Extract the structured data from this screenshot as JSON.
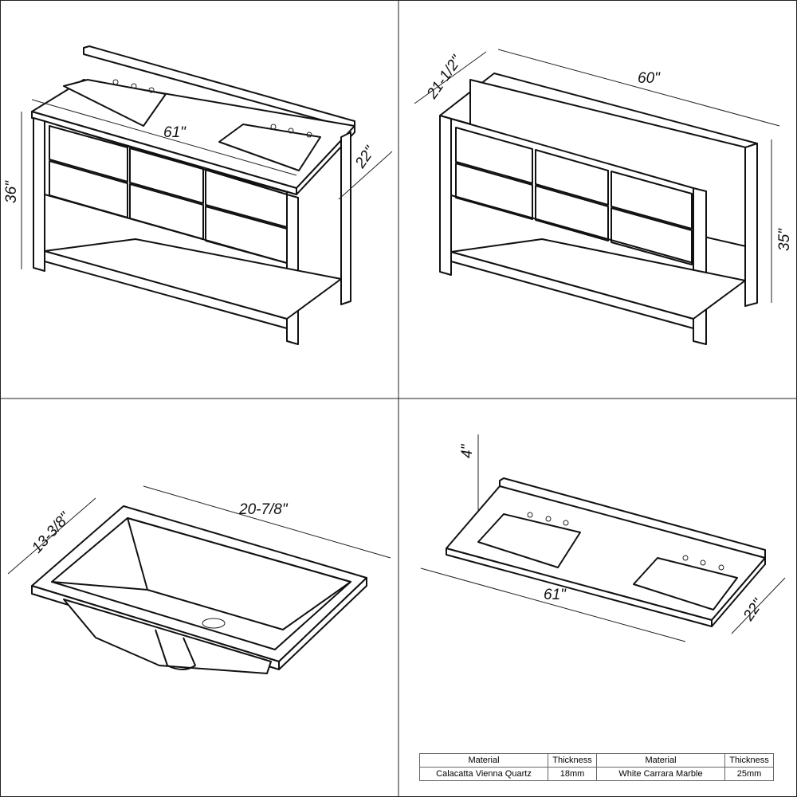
{
  "views": {
    "vanity_with_top": {
      "width": "61\"",
      "depth": "22\"",
      "height": "36\""
    },
    "vanity_base": {
      "depth": "21-1/2\"",
      "width": "60\"",
      "height": "35\""
    },
    "sink": {
      "depth": "13-3/8\"",
      "width": "20-7/8\""
    },
    "countertop": {
      "backsplash_height": "4\"",
      "width": "61\"",
      "depth": "22\""
    }
  },
  "spec_table": {
    "headers": [
      "Material",
      "Thickness",
      "Material",
      "Thickness"
    ],
    "row": [
      "Calacatta Vienna Quartz",
      "18mm",
      "White Carrara Marble",
      "25mm"
    ]
  }
}
